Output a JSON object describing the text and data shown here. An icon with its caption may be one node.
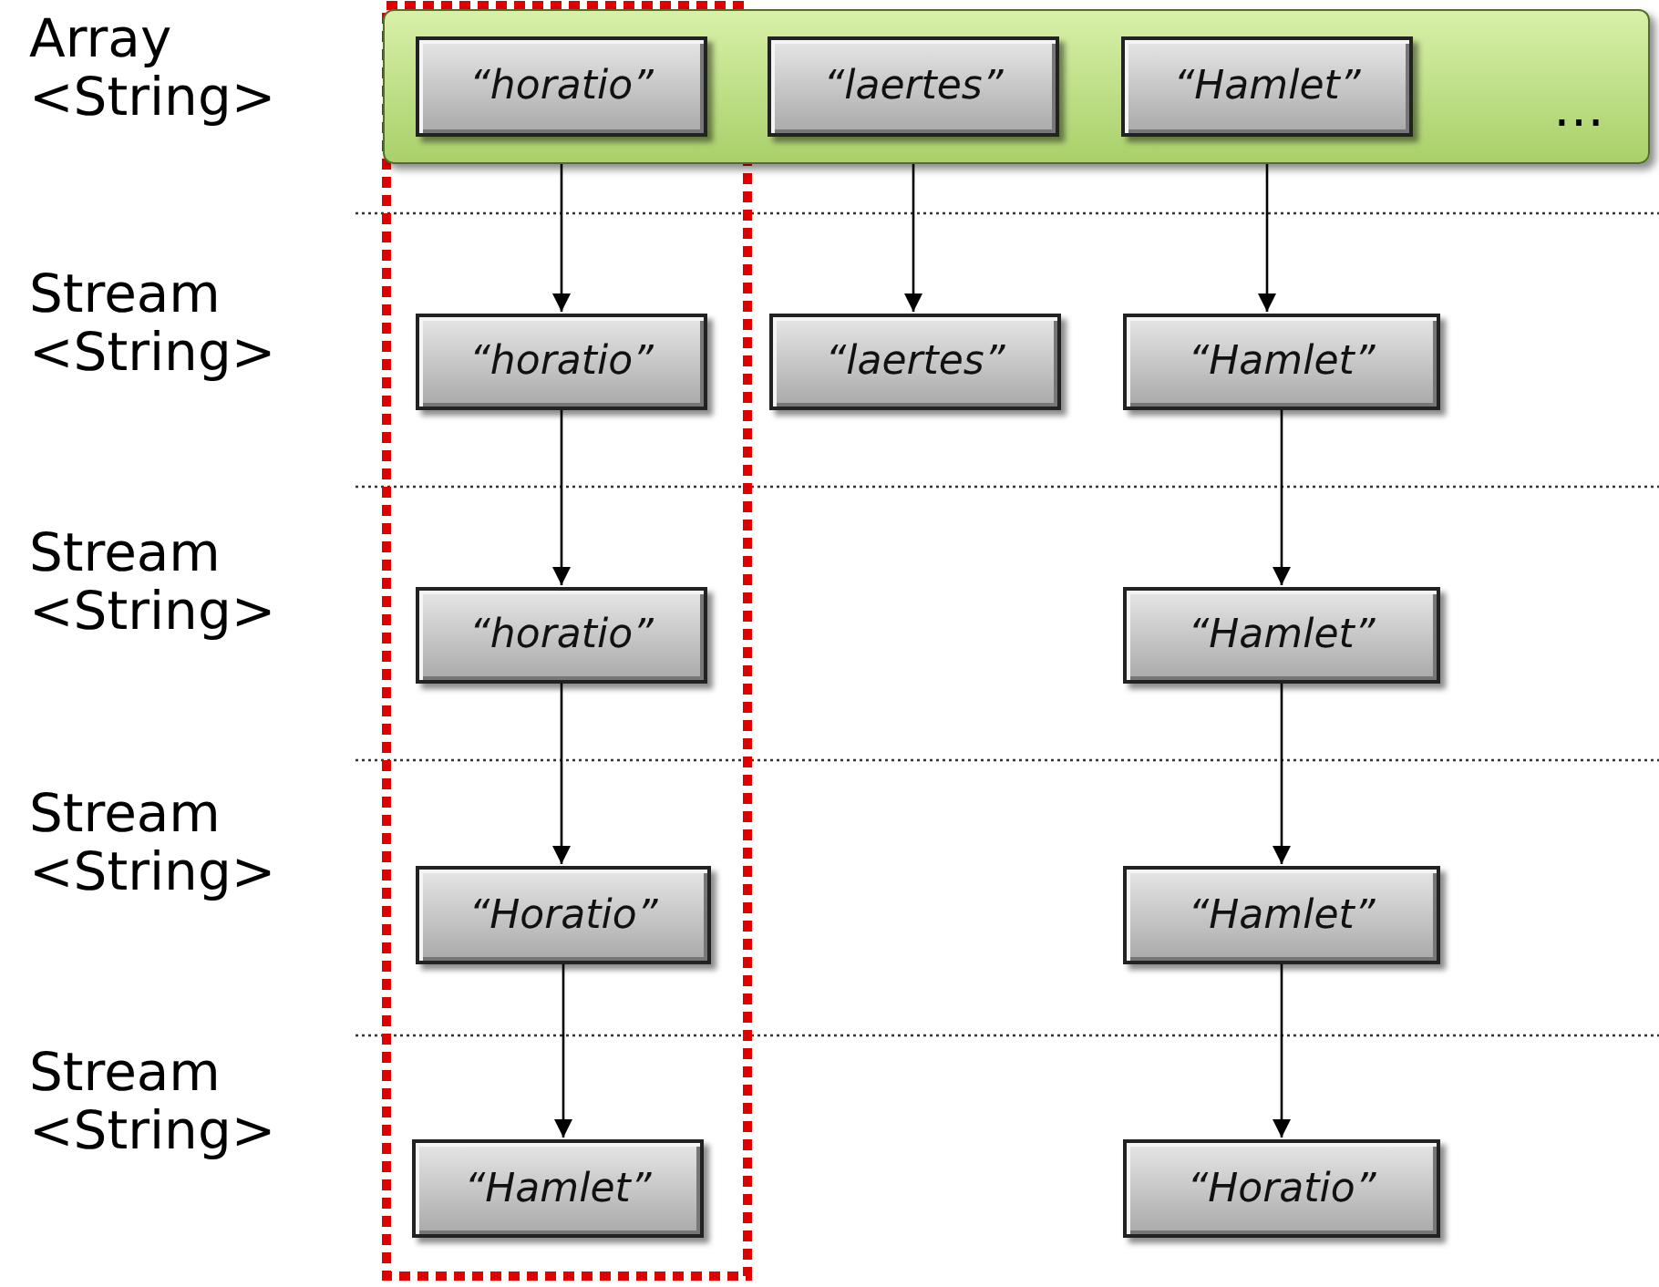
{
  "diagram": {
    "nodes": [
      {
        "text": [
          "…"
        ]
      },
      {
        "text": [
          "“horatio”"
        ],
        "in": 0
      },
      {
        "text": [
          "“laertes”"
        ],
        "in": 0
      },
      {
        "text": [
          "“Hamlet”"
        ],
        "in": 0
      },
      {
        "text": [
          "“horatio”"
        ]
      },
      {
        "text": [
          "“laertes”"
        ]
      },
      {
        "text": [
          "“Hamlet”"
        ]
      },
      {
        "text": [
          "“horatio”"
        ]
      },
      {
        "text": [
          "“Hamlet”"
        ]
      },
      {
        "text": [
          "“Horatio”"
        ]
      },
      {
        "text": [
          "“Hamlet”"
        ]
      },
      {
        "text": [
          "“Hamlet”"
        ]
      },
      {
        "text": [
          "“Horatio”"
        ]
      }
    ],
    "edges": [
      {
        "from": 1,
        "to": 4,
        "arrow": "to"
      },
      {
        "from": 2,
        "to": 5,
        "arrow": "to"
      },
      {
        "from": 3,
        "to": 6,
        "arrow": "to"
      },
      {
        "from": 4,
        "to": 7,
        "arrow": "to"
      },
      {
        "from": 6,
        "to": 8,
        "arrow": "to"
      },
      {
        "from": 7,
        "to": 9,
        "arrow": "to"
      },
      {
        "from": 8,
        "to": 10,
        "arrow": "to"
      },
      {
        "from": 9,
        "to": 11,
        "arrow": "to"
      },
      {
        "from": 10,
        "to": 12,
        "arrow": "to"
      }
    ],
    "labels": [
      "Array <String>",
      "Stream <String>",
      "Stream <String>",
      "Stream <String>",
      "Stream <String>"
    ]
  }
}
